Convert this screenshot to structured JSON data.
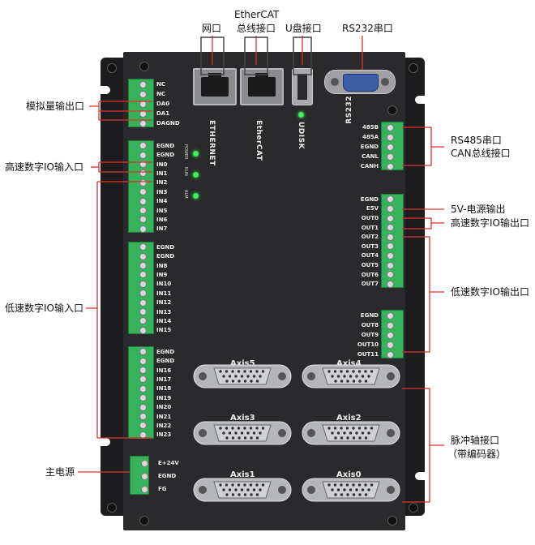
{
  "top_labels": {
    "ethernet": "网口",
    "ethercat_line1": "EtherCAT",
    "ethercat_line2": "总线接口",
    "udisk": "U盘接口",
    "rs232": "RS232串口"
  },
  "left_labels": {
    "analog_out": "模拟量输出口",
    "hs_input": "高速数字IO输入口",
    "ls_input": "低速数字IO输入口",
    "main_power": "主电源"
  },
  "right_labels": {
    "rs485_line1": "RS485串口",
    "rs485_line2": "CAN总线接口",
    "power_5v": "5V-电源输出",
    "hs_output": "高速数字IO输出口",
    "ls_output": "低速数字IO输出口",
    "pulse_line1": "脉冲轴接口",
    "pulse_line2": "（带编码器）"
  },
  "device": {
    "ethernet_text": "ETHERNET",
    "ethercat_text": "EtherCAT",
    "udisk_text": "UDISK",
    "rs232_text": "RS232",
    "led_power": "POWER",
    "led_run": "RUN",
    "led_alm": "ALM"
  },
  "terminals": {
    "analog": [
      "NC",
      "NC",
      "DA0",
      "DA1",
      "DAGND"
    ],
    "input_a": [
      "EGND",
      "EGND",
      "IN0",
      "IN1",
      "IN2",
      "IN3",
      "IN4",
      "IN5",
      "IN6",
      "IN7"
    ],
    "input_b": [
      "EGND",
      "EGND",
      "IN8",
      "IN9",
      "IN10",
      "IN11",
      "IN12",
      "IN13",
      "IN14",
      "IN15"
    ],
    "input_c": [
      "EGND",
      "EGND",
      "IN16",
      "IN17",
      "IN18",
      "IN19",
      "IN20",
      "IN21",
      "IN22",
      "IN23"
    ],
    "power": [
      "E+24V",
      "EGND",
      "FG"
    ],
    "rs485": [
      "485B",
      "485A",
      "EGND",
      "CANL",
      "CANH"
    ],
    "output_a": [
      "EGND",
      "E5V",
      "OUT0",
      "OUT1",
      "OUT2",
      "OUT3",
      "OUT4",
      "OUT5",
      "OUT6",
      "OUT7"
    ],
    "output_b": [
      "EGND",
      "OUT8",
      "OUT9",
      "OUT10",
      "OUT11"
    ]
  },
  "axes": {
    "axis5": "Axis5",
    "axis4": "Axis4",
    "axis3": "Axis3",
    "axis2": "Axis2",
    "axis1": "Axis1",
    "axis0": "Axis0"
  }
}
